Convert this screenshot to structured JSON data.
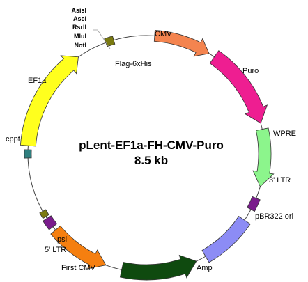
{
  "plasmid": {
    "name": "pLent-EF1a-FH-CMV-Puro",
    "size": "8.5 kb"
  },
  "restriction_sites": [
    "AsisI",
    "AscI",
    "RsrII",
    "MluI",
    "NotI"
  ],
  "features": {
    "cmv": {
      "label": "CMV",
      "color": "#f4844f"
    },
    "puro": {
      "label": "Puro",
      "color": "#ee1e91"
    },
    "wpre": {
      "label": "WPRE",
      "color": "#8cf58c"
    },
    "ltr3": {
      "label": "3' LTR",
      "color": "#7a1c8c"
    },
    "pbr322": {
      "label": "pBR322 ori",
      "color": "#8c8cf5"
    },
    "amp": {
      "label": "Amp",
      "color": "#0f4a0f"
    },
    "first_cmv": {
      "label": "First CMV",
      "color": "#f57f10"
    },
    "ltr5": {
      "label": "5' LTR",
      "color": "#7a1c8c"
    },
    "psi": {
      "label": "psi",
      "color": "#7a7a10"
    },
    "cppt": {
      "label": "cppt",
      "color": "#2f7f7f"
    },
    "ef1a": {
      "label": "EF1a",
      "color": "#ffff1e"
    },
    "flag": {
      "label": "Flag-6xHis",
      "color": "#7a7a10"
    }
  }
}
